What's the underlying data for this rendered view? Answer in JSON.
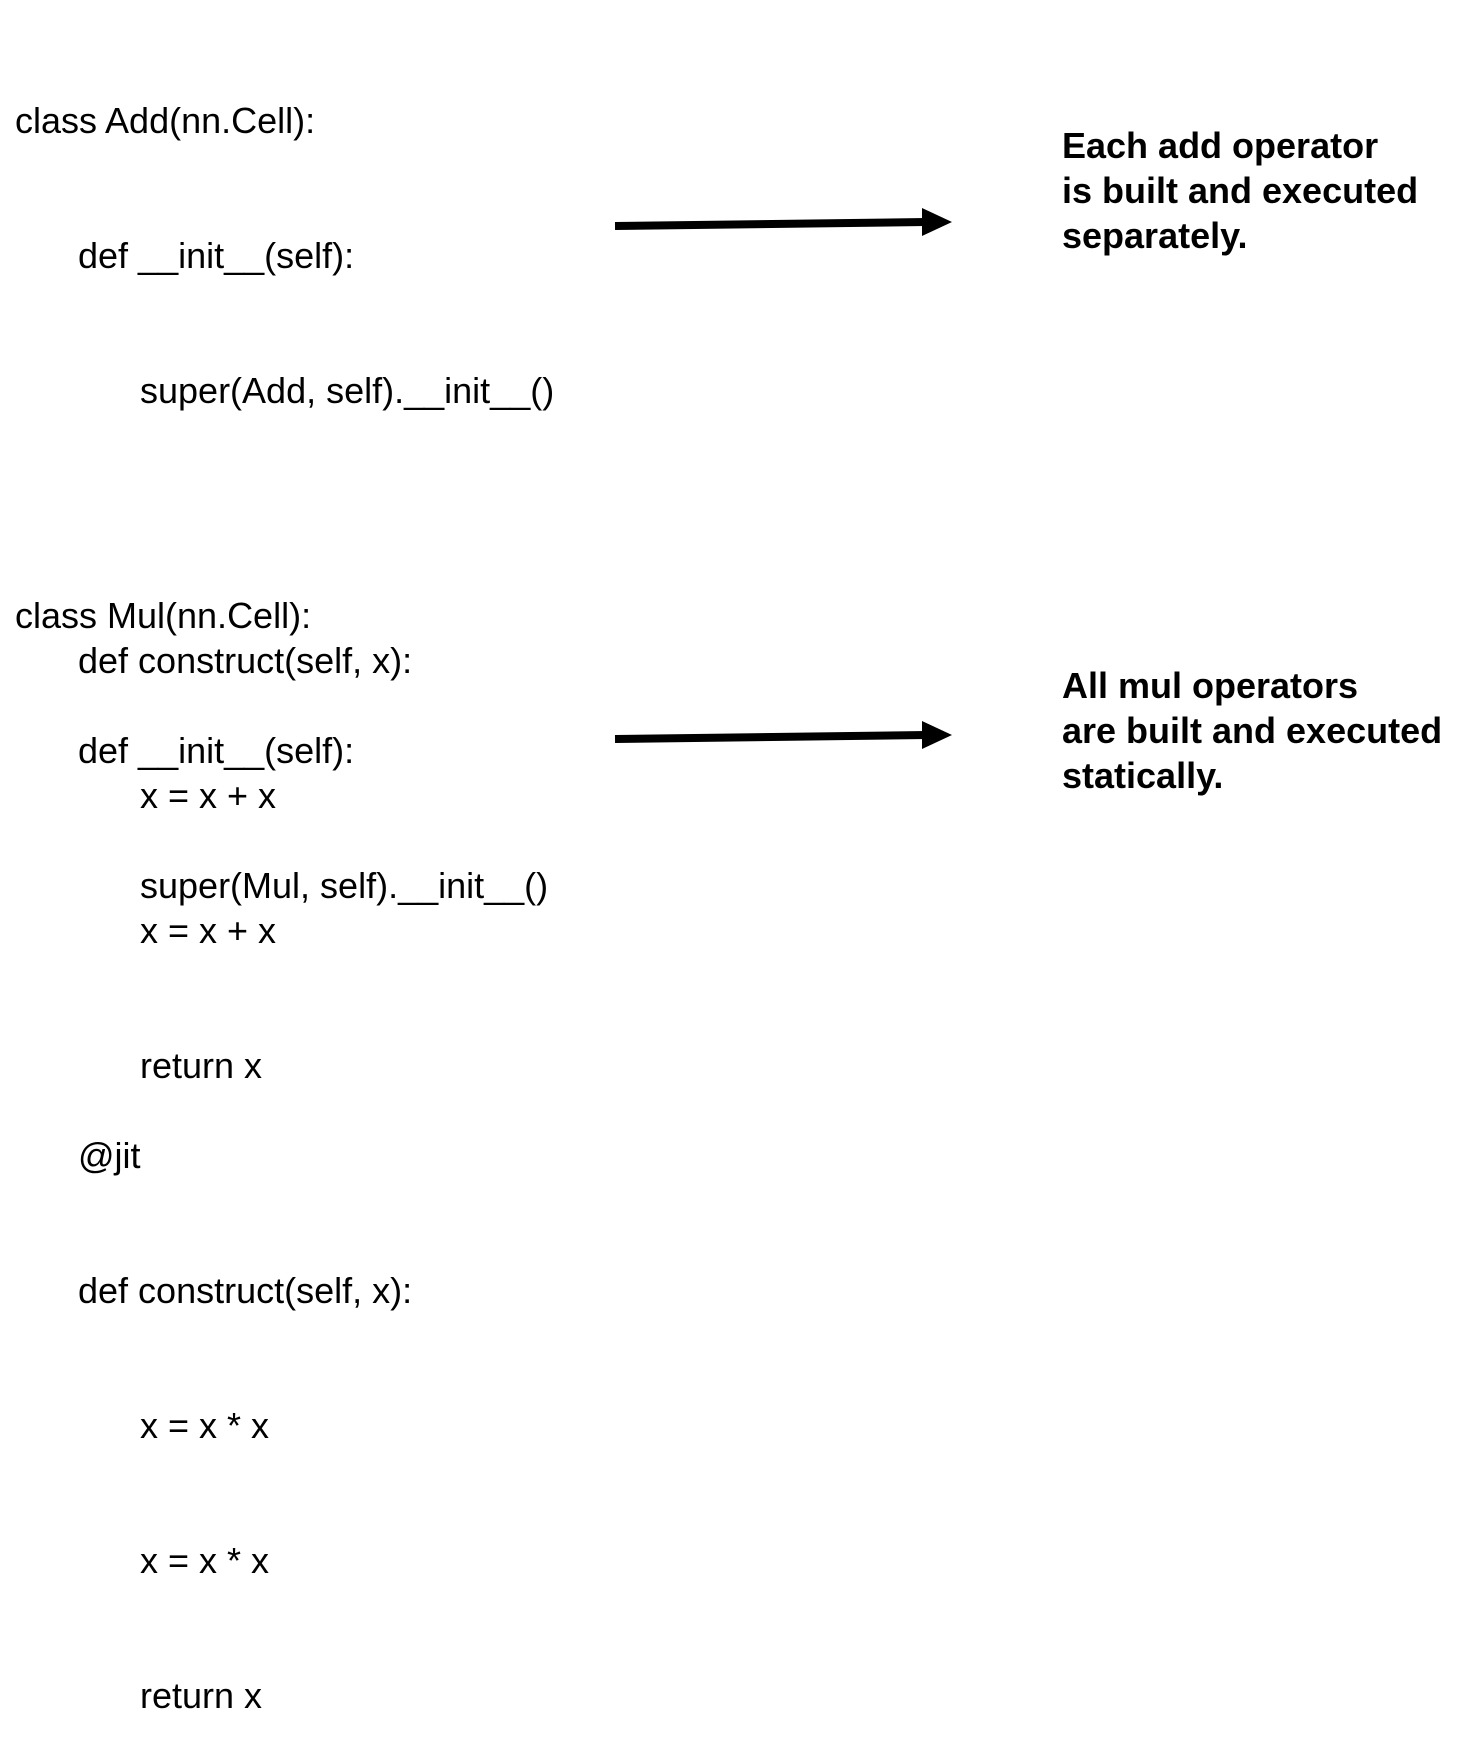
{
  "add_block": {
    "lines": [
      "class Add(nn.Cell):",
      "def __init__(self):",
      "super(Add, self).__init__()",
      "",
      "def construct(self, x):",
      "x = x + x",
      "x = x + x",
      "return x"
    ],
    "note": [
      "Each add operator",
      "is built and executed",
      "separately."
    ]
  },
  "mul_block": {
    "lines": [
      "class Mul(nn.Cell):",
      "def __init__(self):",
      "super(Mul, self).__init__()",
      "",
      "@jit",
      "def construct(self, x):",
      "x = x * x",
      "x = x * x",
      "return x"
    ],
    "note": [
      "All mul operators",
      "are built and executed",
      "statically."
    ]
  },
  "colors": {
    "text": "#000000",
    "arrow": "#000000",
    "background": "#ffffff"
  }
}
